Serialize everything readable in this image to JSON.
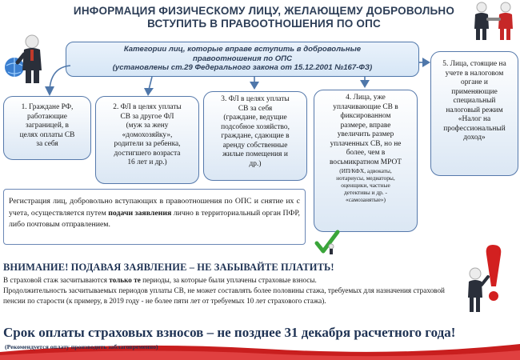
{
  "header": {
    "title_line1": "ИНФОРМАЦИЯ ФИЗИЧЕСКОМУ ЛИЦУ, ЖЕЛАЮЩЕМУ ДОБРОВОЛЬНО",
    "title_line2": "ВСТУПИТЬ В ПРАВООТНОШЕНИЯ ПО ОПС"
  },
  "banner": {
    "line1": "Категории лиц, которые вправе вступить в добровольные",
    "line2": "правоотношения по ОПС",
    "line3": "(установлены ст.29 Федерального закона от 15.12.2001 №167-ФЗ)"
  },
  "categories": [
    {
      "lines": [
        "1. Граждане РФ,",
        "работающие",
        "заграницей,  в",
        "целях оплаты СВ",
        "за себя"
      ]
    },
    {
      "lines": [
        "2. ФЛ в целях уплаты",
        "СВ за другое ФЛ",
        "(муж за жену",
        "«домохозяйку»,",
        "родители за ребенка,",
        "достигшего возраста",
        "16 лет и др.)"
      ]
    },
    {
      "lines": [
        "3. ФЛ в целях уплаты",
        "СВ за себя",
        "(граждане, ведущие",
        "подсобное хозяйство,",
        "граждане, сдающие в",
        "аренду собственные",
        "жилые помещения и",
        "др.)"
      ]
    },
    {
      "lines": [
        "4. Лица, уже",
        "уплачивающие СВ в",
        "фиксированном",
        "размере, вправе",
        "увеличить размер",
        "уплаченных СВ, но не",
        "более, чем в",
        "восьмикратном МРОТ"
      ],
      "small": [
        "(ИП/КФХ, адвокаты,",
        "нотариусы, медиаторы,",
        "оценщики, частные",
        "детективы и др. -",
        "«самозанятые»)"
      ]
    },
    {
      "lines": [
        "5. Лица, стоящие на",
        "учете в налоговом",
        "органе и",
        "применяющие",
        "специальный",
        "налоговый режим",
        "«Налог на",
        "профессиональный",
        "доход»"
      ]
    }
  ],
  "registration": {
    "text_before": "Регистрация лиц, добровольно вступающих в правоотношения по ОПС и снятие их с учета, осуществляется путем ",
    "emphasis": "подачи заявления",
    "text_after": " лично в территориальный орган ПФР, либо почтовым отправлением."
  },
  "warning": {
    "heading": "ВНИМАНИЕ! ПОДАВАЯ ЗАЯВЛЕНИЕ – НЕ ЗАБЫВАЙТЕ ПЛАТИТЬ!",
    "p1_before": "В страховой стаж засчитываются ",
    "p1_bold": "только те",
    "p1_after": " периоды, за которые были уплачены страховые взносы.",
    "p2": "Продолжительность засчитываемых периодов уплаты СВ, не может составлять более половины стажа,  требуемых для назначения страховой пенсии по старости (к примеру, в 2019 году  - не более пяти лет от требуемых 10 лет страхового стажа)."
  },
  "footer": {
    "deadline": "Срок оплаты страховых взносов – не позднее 31 декабря расчетного года!",
    "note": "(Рекомендуется оплату производить заблаговременно)"
  },
  "colors": {
    "accent": "#2d3e57",
    "box_border": "#5679ab",
    "red": "#d22020"
  },
  "icons": [
    "person-globe-icon",
    "handshake-figures-icon",
    "person-exclamation-icon",
    "checkmark-figure-icon"
  ]
}
